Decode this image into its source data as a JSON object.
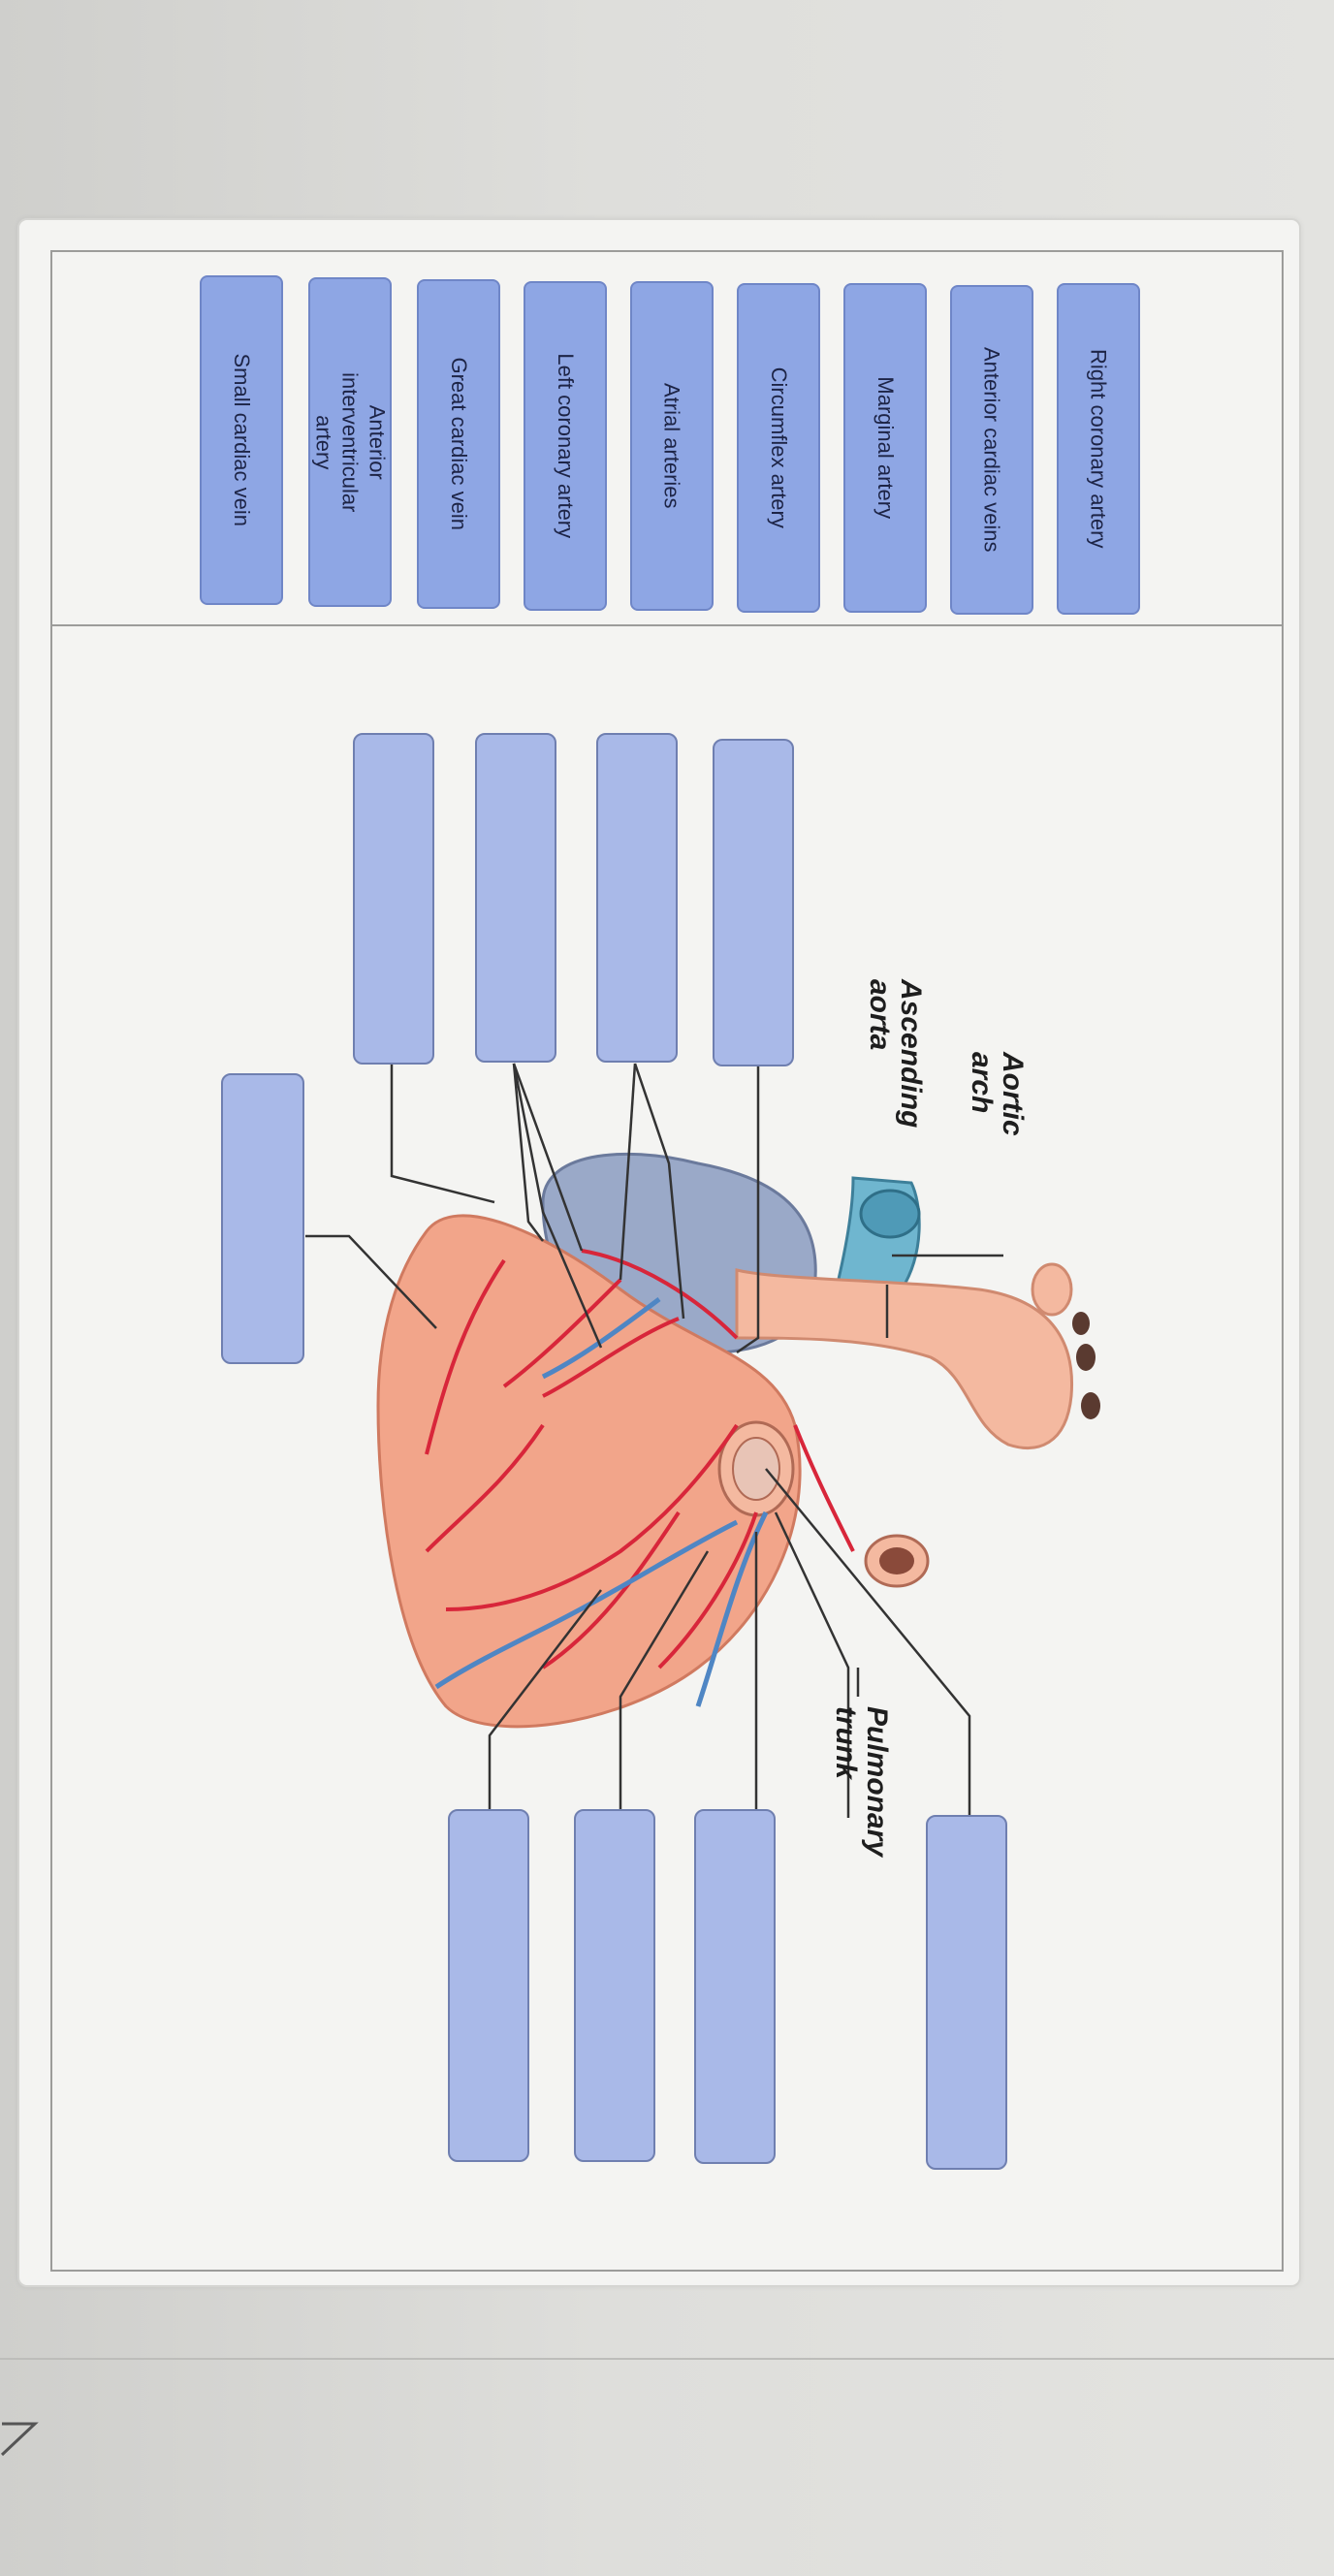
{
  "word_bank": [
    "Right coronary artery",
    "Anterior cardiac veins",
    "Marginal artery",
    "Circumflex artery",
    "Atrial arteries",
    "Left coronary artery",
    "Great cardiac vein",
    "Anterior interventricular artery",
    "Small cardiac vein"
  ],
  "diagram_labels": {
    "aortic_arch": "Aortic arch",
    "ascending_aorta": "Ascending aorta",
    "pulmonary_trunk": "Pulmonary trunk"
  },
  "colors": {
    "tile": "#8ea6e4",
    "drop_target": "#a9b9e8",
    "heart": "#f2a58a",
    "artery": "#d8263a",
    "vein": "#4f86c4",
    "aorta": "#f4b9a0",
    "pulmonary_vessels": "#6fb6cf",
    "atrium": "#9aa9c8"
  }
}
